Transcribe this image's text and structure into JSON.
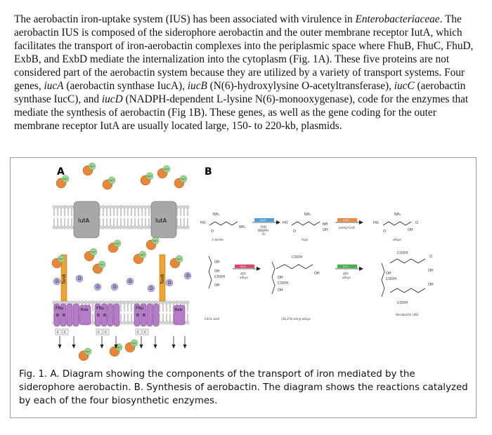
{
  "paragraph": {
    "s1": "The aerobactin iron-uptake system (IUS) has been associated with virulence in ",
    "s1_italic": "Enterobacteriaceae",
    "s2": ". The aerobactin IUS is composed of the siderophore aerobactin and the outer membrane receptor IutA, which facilitates the transport of iron-aerobactin complexes into the periplasmic space where FhuB, FhuC, FhuD, ExbB, and ExbD mediate the internalization into the cytoplasm (Fig. 1A). These five proteins are not considered part of the aerobactin system because they are utilized by a variety of transport systems. Four genes, ",
    "g1": "iucA",
    "g1_desc": " (aerobactin synthase IucA), ",
    "g2": "iucB",
    "g2_desc": " (N(6)-hydroxylysine O-acetyltransferase), ",
    "g3": "iucC",
    "g3_desc": " (aerobactin synthase IucC), and ",
    "g4": "iucD",
    "g4_desc": " (NADPH-dependent L-lysine N(6)-monooxygenase), code for the enzymes that mediate the synthesis of aerobactin (Fig 1B).  These genes, as well as the gene coding for the outer membrane receptor IutA are usually located large, 150- to 220-kb, plasmids."
  },
  "figure": {
    "panel_a_label": "A",
    "panel_b_label": "B",
    "fe_label": "Fe³⁺",
    "iuta_label": "IutA",
    "tonb_label": "TonB",
    "exb_label": "Exb",
    "fhu_label": "Fhu",
    "b_label": "B",
    "c_label": "C",
    "d_label": "D",
    "nh2": "NH₂",
    "ho": "HO",
    "oh": "OH",
    "nh": "NH",
    "cooh": "COOH",
    "o": "O",
    "l_lysine": "L-lysine",
    "n_hydroxylysine": "hLys",
    "acetyl_hlys": "ahLys",
    "citric_acid": "Citric acid",
    "citryl_ahlys": "(3S,2'S)-citryl-ahLys",
    "aerobactin": "Aerobactin (4S)",
    "iucd": "IucD",
    "iucb": "IucB",
    "iuca": "IucA",
    "iucc": "IucC",
    "fad_nadph": "FAD\nNADPH\nO₂",
    "fad": "FAD",
    "nadph": "NADPH",
    "o2": "O₂",
    "acetyl_coa": "acetyl-CoA",
    "atp": "ATP",
    "ahlys_cof": "ahLys",
    "colors": {
      "iron": "#e8873a",
      "iuta": "#a8a8a8",
      "tonb": "#f0a330",
      "fhu": "#b67cc9",
      "arrow_blue": "#4aa3d9",
      "arrow_pink": "#e0486a",
      "arrow_green": "#3fb24b"
    }
  },
  "caption": "Fig. 1. A. Diagram showing the components of the transport of iron mediated by the siderophore aerobactin. B. Synthesis of aerobactin. The diagram shows the reactions catalyzed by each of the four biosynthetic enzymes."
}
